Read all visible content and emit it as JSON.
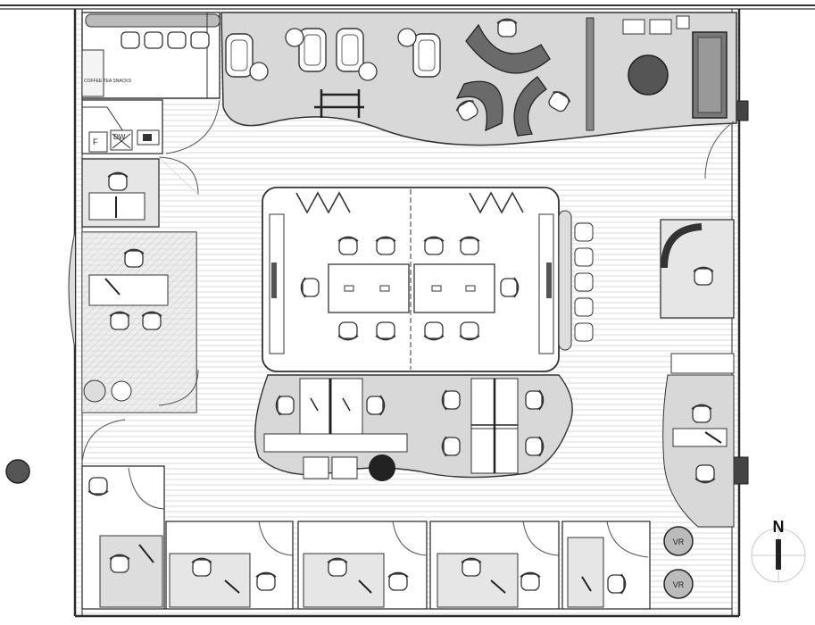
{
  "plan": {
    "compass_label": "N",
    "kitchen": {
      "fridge_label": "F",
      "dishwasher_label": "DW",
      "counter_note": "COFFEE TEA SNACKS"
    },
    "vr_labels": [
      "VR",
      "VR"
    ],
    "colors": {
      "ink": "#2b2b2b",
      "wood_floor": "#ffffff",
      "carpet": "#d6d6d6",
      "furniture": "#ffffff",
      "dark_accent": "#555555",
      "black_accent": "#222222"
    }
  }
}
